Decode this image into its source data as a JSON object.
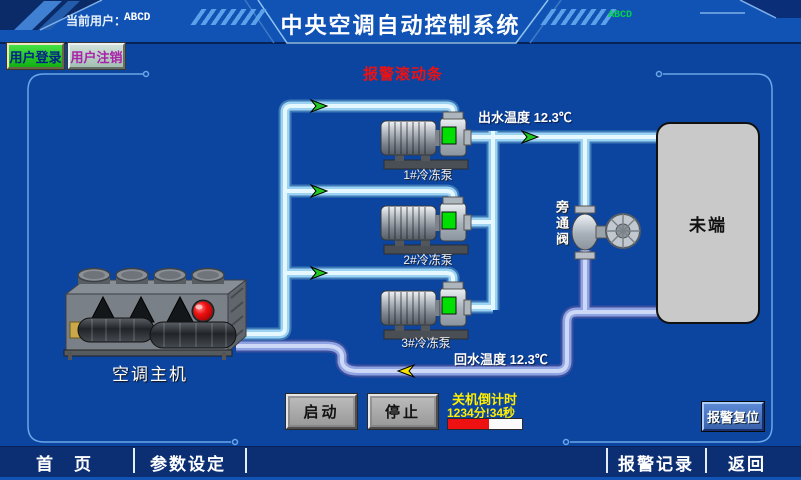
{
  "header": {
    "current_user_label": "当前用户：",
    "current_user_value": "ABCD",
    "title": "中央空调自动控制系统",
    "user_tag": "ABCD",
    "login_button": "用户登录",
    "logout_button": "用户注销"
  },
  "alarm": {
    "banner": "报警滚动条",
    "reset_button": "报警复位"
  },
  "diagram": {
    "supply_temp": "出水温度 12.3℃",
    "return_temp": "回水温度 12.3℃",
    "pumps": [
      "1#冷冻泵",
      "2#冷冻泵",
      "3#冷冻泵"
    ],
    "bypass_valve": "旁通阀",
    "terminal": "未端",
    "chiller": "空调主机"
  },
  "controls": {
    "start_button": "启动",
    "stop_button": "停止",
    "countdown_label": "关机倒计时",
    "countdown_value": "1234分!34秒",
    "countdown_percent": 55
  },
  "nav": {
    "home": "首　页",
    "params": "参数设定",
    "alarm_log": "报警记录",
    "back": "返回"
  },
  "colors": {
    "header_bg": "#1153b5",
    "panel_bg": "#0c45a0",
    "footer_bg": "#0c2f74",
    "alarm_red": "#ee1111",
    "countdown_yellow": "#ffee00",
    "running_green": "#00e000",
    "lamp_red": "#dd0000"
  }
}
